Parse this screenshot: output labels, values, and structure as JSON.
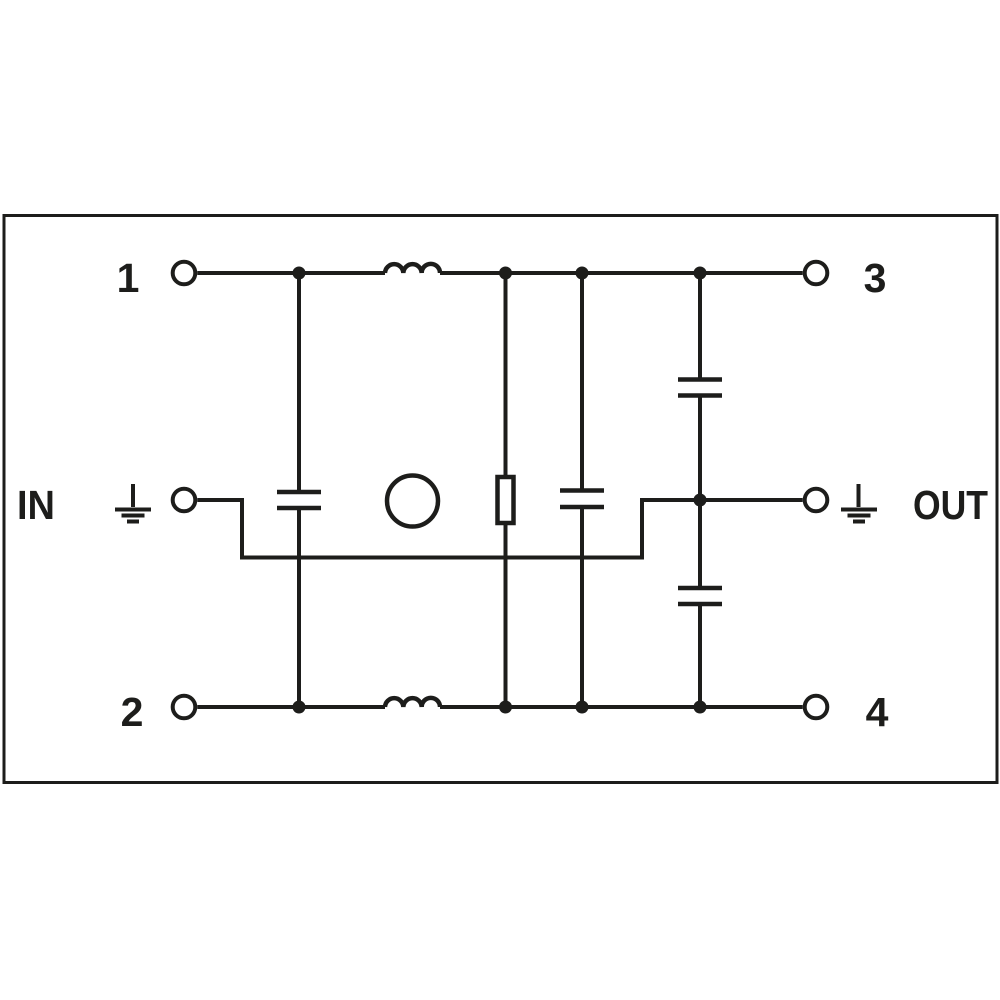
{
  "diagram": {
    "type": "circuit-schematic",
    "labels": {
      "terminal_top_left": "1",
      "terminal_bottom_left": "2",
      "terminal_top_right": "3",
      "terminal_bottom_right": "4",
      "port_in": "IN",
      "port_out": "OUT"
    },
    "icons": {
      "ground_left": "earth-ground-icon",
      "ground_right": "earth-ground-icon",
      "inductor_top": "inductor-coil-icon",
      "inductor_bottom": "inductor-coil-icon",
      "capacitor_left": "capacitor-icon",
      "capacitor_center": "capacitor-icon",
      "capacitor_right_upper": "capacitor-icon",
      "capacitor_right_lower": "capacitor-icon",
      "resistor": "resistor-icon",
      "round_component": "circle-component-icon",
      "terminals": "terminal-circle-icon",
      "junctions": "junction-dot-icon"
    },
    "colors": {
      "line": "#1d1d1b",
      "background": "#ffffff"
    }
  }
}
